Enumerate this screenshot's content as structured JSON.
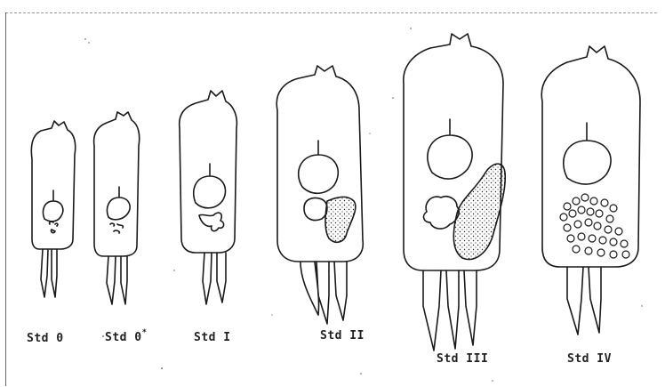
{
  "stages": [
    {
      "id": "std0",
      "label": "Std 0",
      "sup": ""
    },
    {
      "id": "std0star",
      "label": "Std 0",
      "sup": "*"
    },
    {
      "id": "std1",
      "label": "Std I",
      "sup": ""
    },
    {
      "id": "std2",
      "label": "Std II",
      "sup": ""
    },
    {
      "id": "std3",
      "label": "Std III",
      "sup": ""
    },
    {
      "id": "std4",
      "label": "Std IV",
      "sup": ""
    }
  ],
  "colors": {
    "ink": "#1a1a1a",
    "paper": "#ffffff",
    "frame": "#333333"
  }
}
